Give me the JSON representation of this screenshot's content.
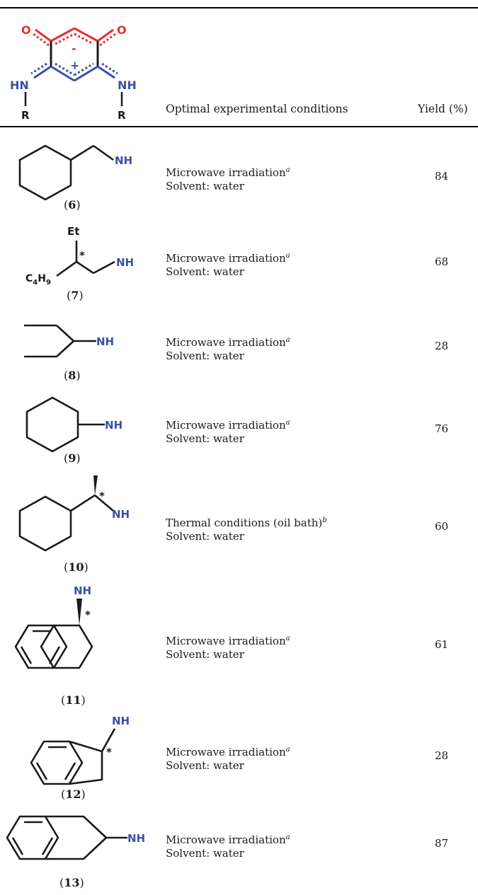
{
  "header": {
    "conditions_label": "Optimal experimental conditions",
    "yield_label": "Yield (%)",
    "core": {
      "minus": "-",
      "plus": "+",
      "oxygen": "O",
      "nh_left": "HN",
      "nh_right": "NH",
      "r": "R"
    }
  },
  "atom_labels": {
    "nh": "NH",
    "et": "Et",
    "c": "C",
    "h": "H",
    "sub4": "4",
    "sub9": "9",
    "star": "*"
  },
  "rows": [
    {
      "compound": "6",
      "condition": "Microwave irradiation",
      "note": "a",
      "solvent": "Solvent: water",
      "yield": "84"
    },
    {
      "compound": "7",
      "condition": "Microwave irradiation",
      "note": "a",
      "solvent": "Solvent: water",
      "yield": "68"
    },
    {
      "compound": "8",
      "condition": "Microwave irradiation",
      "note": "a",
      "solvent": "Solvent: water",
      "yield": "28"
    },
    {
      "compound": "9",
      "condition": "Microwave irradiation",
      "note": "a",
      "solvent": "Solvent: water",
      "yield": "76"
    },
    {
      "compound": "10",
      "condition": "Thermal conditions (oil bath)",
      "note": "b",
      "solvent": "Solvent: water",
      "yield": "60"
    },
    {
      "compound": "11",
      "condition": "Microwave irradiation",
      "note": "a",
      "solvent": "Solvent: water",
      "yield": "61"
    },
    {
      "compound": "12",
      "condition": "Microwave irradiation",
      "note": "a",
      "solvent": "Solvent: water",
      "yield": "28"
    },
    {
      "compound": "13",
      "condition": "Microwave irradiation",
      "note": "a",
      "solvent": "Solvent: water",
      "yield": "87"
    }
  ],
  "colors": {
    "red": "#e8302a",
    "blue": "#3a50a6",
    "black": "#1a1a1a"
  }
}
